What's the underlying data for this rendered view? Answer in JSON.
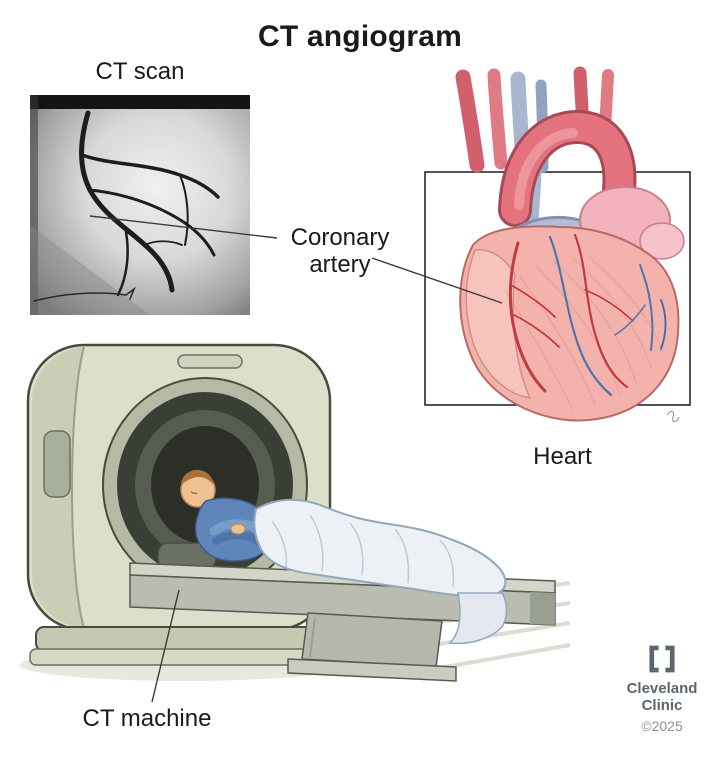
{
  "title": "CT angiogram",
  "labels": {
    "ct_scan": "CT scan",
    "coronary_artery": {
      "line1": "Coronary",
      "line2": "artery"
    },
    "heart": "Heart",
    "ct_machine": "CT machine"
  },
  "branding": {
    "name_line1": "Cleveland",
    "name_line2": "Clinic",
    "copyright": "©2025"
  },
  "colors": {
    "background": "#ffffff",
    "text": "#1a1a1a",
    "leader_line": "#3a3a3a",
    "heart_red": "#e4737e",
    "vessel_blue": "#aab6cf",
    "heart_pink": "#f3b3ac",
    "machine_body": "#dcdfc9",
    "patient_shirt_blue": "#5f86b8",
    "blanket_white": "#edf1f5",
    "brand_slate": "#5b6670"
  }
}
